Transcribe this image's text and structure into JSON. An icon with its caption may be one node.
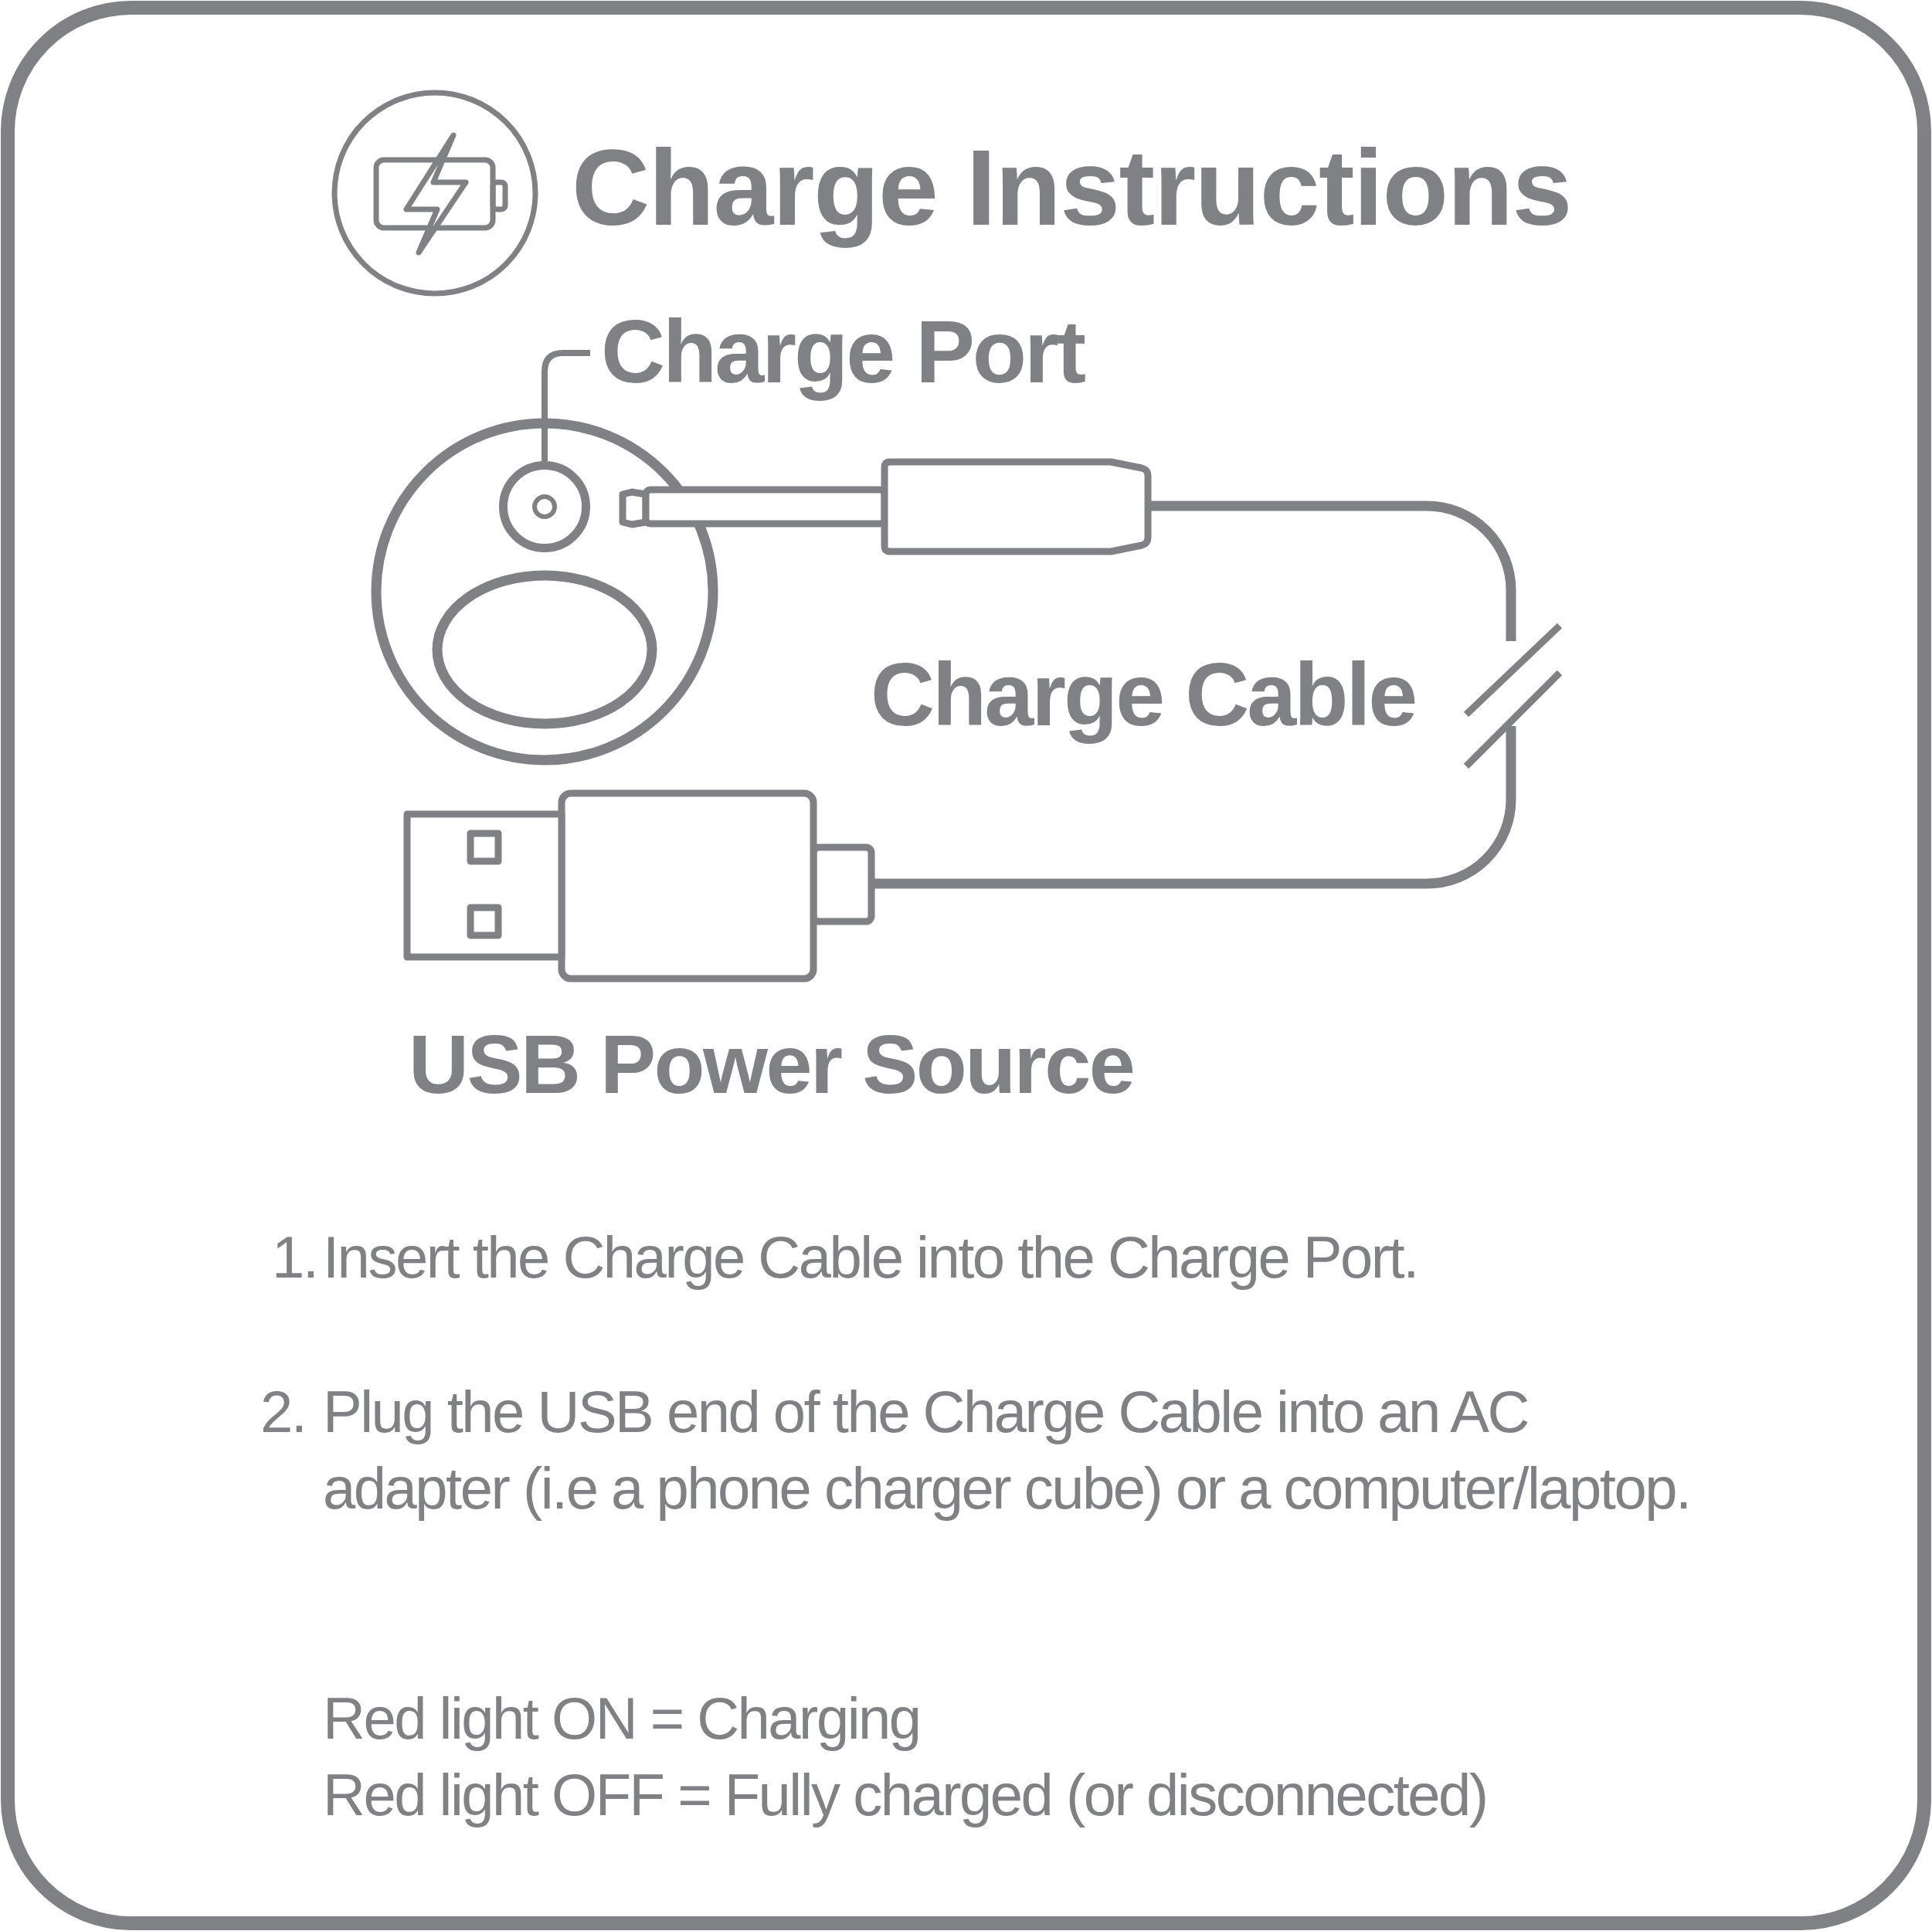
{
  "diagram": {
    "title": "Charge Instructions",
    "nodes": [
      {
        "text": [
          "Charge Port"
        ]
      },
      {
        "text": [],
        "shape": "circle"
      }
    ],
    "edges": [
      {
        "from": 0,
        "to": 1,
        "arrow": "none"
      }
    ],
    "labels": [
      "Charge Cable",
      "USB Power Source",
      "1.",
      "Insert the Charge Cable into the Charge Port.",
      "2.",
      "Plug the USB end of the Charge Cable into an AC adapter (i.e a phone charger cube) or a computer/laptop.",
      "Red light ON = Charging",
      "Red light OFF = Fully charged (or disconnected)"
    ]
  }
}
